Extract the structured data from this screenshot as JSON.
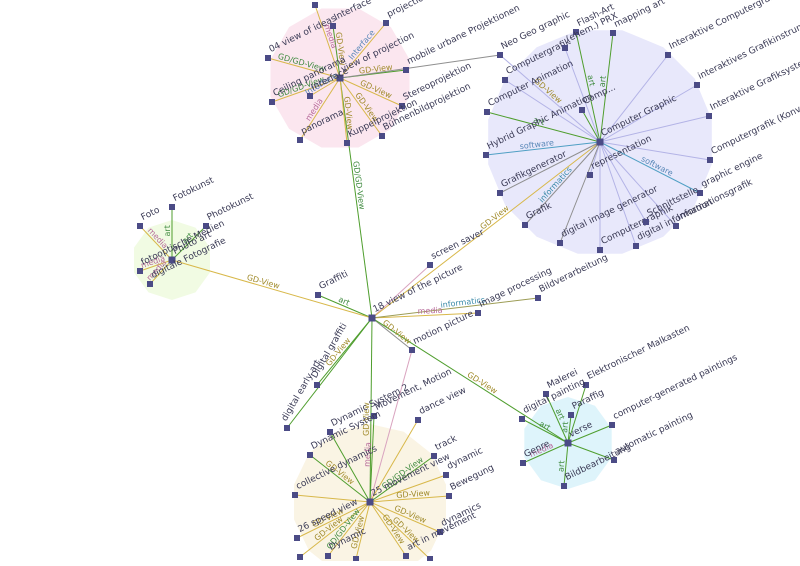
{
  "colors": {
    "edge_green": "#4f9e2e",
    "edge_gold": "#d8b84a",
    "edge_pink": "#d9a3bf",
    "edge_lavender": "#b3b3e6",
    "edge_gray": "#8f8f8f",
    "edge_teal": "#4f9fc4",
    "edge_olive": "#9c9c55",
    "node": "#4b4b86",
    "label": "#3a3a55",
    "edge_label_gold": "#a08a2a",
    "edge_label_green": "#3f8a3f",
    "edge_label_pink": "#b76a9a",
    "edge_label_blue": "#5a88b8",
    "edge_label_teal": "#3a8aa8"
  },
  "clusters": [
    {
      "name": "cluster-projection",
      "fill": "#fbe6ef"
    },
    {
      "name": "cluster-computer-graphic",
      "fill": "#e8e8fb"
    },
    {
      "name": "cluster-photo-art",
      "fill": "#f1fbe3"
    },
    {
      "name": "cluster-painting",
      "fill": "#def4fb"
    },
    {
      "name": "cluster-dynamic-system",
      "fill": "#faf4e4"
    }
  ],
  "nodes": [
    {
      "id": "view-picture",
      "label": "18 view of the picture"
    },
    {
      "id": "screen-saver",
      "label": "screen saver"
    },
    {
      "id": "graffiti",
      "label": "Graffiti"
    },
    {
      "id": "image-processing",
      "label": "Image processing"
    },
    {
      "id": "bildverarbeitung",
      "label": "Bildverarbeitung"
    },
    {
      "id": "motion-picture",
      "label": "motion picture"
    },
    {
      "id": "digital-graffiti",
      "label": "Digital graffiti"
    },
    {
      "id": "digital-art",
      "label": "digital early art"
    },
    {
      "id": "proj-hub",
      "label": "view of projection"
    },
    {
      "id": "overhead",
      "label": "Overhead projection"
    },
    {
      "id": "projection",
      "label": "projection"
    },
    {
      "id": "ideas",
      "label": "04 view of ideas"
    },
    {
      "id": "interface",
      "label": "Interface"
    },
    {
      "id": "ceiling",
      "label": "Ceiling panorama"
    },
    {
      "id": "interface2",
      "label": "Interface"
    },
    {
      "id": "panorama",
      "label": "panorama"
    },
    {
      "id": "mobile-urban",
      "label": "mobile urbane Projektionen"
    },
    {
      "id": "stereo",
      "label": "Stereoprojektion"
    },
    {
      "id": "kuppel",
      "label": "Kuppelprojektion"
    },
    {
      "id": "buehnen",
      "label": "Bühnenbildprojektion"
    },
    {
      "id": "cg-hub",
      "label": "Computer Graphic"
    },
    {
      "id": "neo-geo",
      "label": "Neo Geo graphic"
    },
    {
      "id": "flash-art",
      "label": "Flash-Art"
    },
    {
      "id": "mapping-art",
      "label": "mapping art"
    },
    {
      "id": "computergrafik",
      "label": "Computergrafik"
    },
    {
      "id": "ehem",
      "label": "(ehem.) PRX"
    },
    {
      "id": "interaktive-cg",
      "label": "Interaktive Computergrafik"
    },
    {
      "id": "interaktives-gi",
      "label": "interaktives Grafikinstrument"
    },
    {
      "id": "computer-animation",
      "label": "Computer Animation"
    },
    {
      "id": "comp",
      "label": "Comp..."
    },
    {
      "id": "interaktive-gs",
      "label": "Interaktive Grafiksysteme"
    },
    {
      "id": "hybrid",
      "label": "Hybrid Graphic Animation"
    },
    {
      "id": "konversion",
      "label": "Computergrafik (Konversion)"
    },
    {
      "id": "grafikgenerator",
      "label": "Grafikgenerator"
    },
    {
      "id": "graphic-engine",
      "label": "graphic engine"
    },
    {
      "id": "informationsgrafik",
      "label": "Informationsgrafik"
    },
    {
      "id": "representation",
      "label": "representation"
    },
    {
      "id": "grafik",
      "label": "Grafik"
    },
    {
      "id": "digital-image-gen",
      "label": "digital image generator"
    },
    {
      "id": "computergraphik",
      "label": "Computergraphik"
    },
    {
      "id": "digital-information",
      "label": "digital information"
    },
    {
      "id": "schnittstelle",
      "label": "Schnittstelle"
    },
    {
      "id": "photo-hub",
      "label": "Photo art"
    },
    {
      "id": "foto",
      "label": "Foto"
    },
    {
      "id": "fotokunst",
      "label": "Fotokunst"
    },
    {
      "id": "photokunst",
      "label": "Photokunst"
    },
    {
      "id": "fotooptisch",
      "label": "fotooptische Medien"
    },
    {
      "id": "digitale-fotografie",
      "label": "digitale Fotografie"
    },
    {
      "id": "paint-hub",
      "label": "verse"
    },
    {
      "id": "malerei",
      "label": "Malerei"
    },
    {
      "id": "elektronischer",
      "label": "Elektronischer Malkasten"
    },
    {
      "id": "digital-painting",
      "label": "digital painting"
    },
    {
      "id": "paraffig",
      "label": "Paraffig"
    },
    {
      "id": "computer-generated",
      "label": "computer-generated paintings"
    },
    {
      "id": "genre",
      "label": "Genre"
    },
    {
      "id": "bildbearbeitung",
      "label": "Bildbearbeitung"
    },
    {
      "id": "automatic-painting",
      "label": "automatic painting"
    },
    {
      "id": "dyn-hub",
      "label": "25 movement view"
    },
    {
      "id": "dyn-system2",
      "label": "Dynamic System 2"
    },
    {
      "id": "movement-motion",
      "label": "Movement, Motion"
    },
    {
      "id": "dynamic-system",
      "label": "Dynamic System"
    },
    {
      "id": "dance-view",
      "label": "dance view"
    },
    {
      "id": "collective",
      "label": "collective dynamics"
    },
    {
      "id": "track",
      "label": "track"
    },
    {
      "id": "dynamic",
      "label": "dynamic"
    },
    {
      "id": "bewegung",
      "label": "Bewegung"
    },
    {
      "id": "speed-view",
      "label": "26 speed view"
    },
    {
      "id": "dynamics",
      "label": "dynamics"
    },
    {
      "id": "dynamic2",
      "label": "Dynamic"
    },
    {
      "id": "art-in-movement",
      "label": "art in movement"
    },
    {
      "id": "dyn-b1",
      "label": ""
    },
    {
      "id": "dyn-b2",
      "label": ""
    },
    {
      "id": "dyn-b3",
      "label": ""
    }
  ],
  "edges": [
    {
      "from": "view-picture",
      "to": "proj-hub",
      "label": "GD/GD-View"
    },
    {
      "from": "view-picture",
      "to": "screen-saver",
      "label": ""
    },
    {
      "from": "view-picture",
      "to": "graffiti",
      "label": "art"
    },
    {
      "from": "view-picture",
      "to": "photo-hub",
      "label": "GD-View"
    },
    {
      "from": "view-picture",
      "to": "image-processing",
      "label": "media"
    },
    {
      "from": "view-picture",
      "to": "bildverarbeitung",
      "label": "informatics"
    },
    {
      "from": "view-picture",
      "to": "cg-hub",
      "label": "GD-View"
    },
    {
      "from": "view-picture",
      "to": "motion-picture",
      "label": "GD-View"
    },
    {
      "from": "view-picture",
      "to": "digital-graffiti",
      "label": "GD-View"
    },
    {
      "from": "view-picture",
      "to": "digital-art",
      "label": ""
    },
    {
      "from": "view-picture",
      "to": "paint-hub",
      "label": "GD-View"
    },
    {
      "from": "view-picture",
      "to": "dyn-hub",
      "label": "GD-View"
    },
    {
      "from": "motion-picture",
      "to": "dyn-hub",
      "label": ""
    },
    {
      "from": "proj-hub",
      "to": "overhead",
      "label": "media"
    },
    {
      "from": "proj-hub",
      "to": "projection",
      "label": "Interface"
    },
    {
      "from": "proj-hub",
      "to": "ideas",
      "label": "GD/GD-View"
    },
    {
      "from": "proj-hub",
      "to": "interface",
      "label": "GD-View"
    },
    {
      "from": "proj-hub",
      "to": "ceiling",
      "label": "GD/GD-View"
    },
    {
      "from": "proj-hub",
      "to": "interface2",
      "label": "Interface"
    },
    {
      "from": "proj-hub",
      "to": "panorama",
      "label": "media"
    },
    {
      "from": "proj-hub",
      "to": "mobile-urban",
      "label": "GD-View"
    },
    {
      "from": "proj-hub",
      "to": "stereo",
      "label": "GD-View"
    },
    {
      "from": "proj-hub",
      "to": "kuppel",
      "label": "GD-View"
    },
    {
      "from": "proj-hub",
      "to": "buehnen",
      "label": "GD-View"
    },
    {
      "from": "proj-hub",
      "to": "neo-geo",
      "label": ""
    },
    {
      "from": "cg-hub",
      "to": "neo-geo",
      "label": "GD-View"
    },
    {
      "from": "cg-hub",
      "to": "flash-art",
      "label": "art"
    },
    {
      "from": "cg-hub",
      "to": "mapping-art",
      "label": "art"
    },
    {
      "from": "cg-hub",
      "to": "computergrafik",
      "label": ""
    },
    {
      "from": "cg-hub",
      "to": "ehem",
      "label": ""
    },
    {
      "from": "cg-hub",
      "to": "interaktive-cg",
      "label": ""
    },
    {
      "from": "cg-hub",
      "to": "interaktives-gi",
      "label": ""
    },
    {
      "from": "cg-hub",
      "to": "computer-animation",
      "label": "art"
    },
    {
      "from": "cg-hub",
      "to": "comp",
      "label": ""
    },
    {
      "from": "cg-hub",
      "to": "interaktive-gs",
      "label": ""
    },
    {
      "from": "cg-hub",
      "to": "hybrid",
      "label": "software"
    },
    {
      "from": "cg-hub",
      "to": "konversion",
      "label": ""
    },
    {
      "from": "cg-hub",
      "to": "grafikgenerator",
      "label": ""
    },
    {
      "from": "cg-hub",
      "to": "graphic-engine",
      "label": "software"
    },
    {
      "from": "cg-hub",
      "to": "informationsgrafik",
      "label": ""
    },
    {
      "from": "cg-hub",
      "to": "representation",
      "label": ""
    },
    {
      "from": "cg-hub",
      "to": "grafik",
      "label": "informatics"
    },
    {
      "from": "cg-hub",
      "to": "digital-image-gen",
      "label": ""
    },
    {
      "from": "cg-hub",
      "to": "computergraphik",
      "label": ""
    },
    {
      "from": "cg-hub",
      "to": "digital-information",
      "label": ""
    },
    {
      "from": "cg-hub",
      "to": "schnittstelle",
      "label": ""
    },
    {
      "from": "photo-hub",
      "to": "foto",
      "label": "media"
    },
    {
      "from": "photo-hub",
      "to": "fotokunst",
      "label": "art"
    },
    {
      "from": "photo-hub",
      "to": "photokunst",
      "label": "art"
    },
    {
      "from": "photo-hub",
      "to": "fotooptisch",
      "label": "media"
    },
    {
      "from": "photo-hub",
      "to": "digitale-fotografie",
      "label": "media"
    },
    {
      "from": "paint-hub",
      "to": "malerei",
      "label": "art"
    },
    {
      "from": "paint-hub",
      "to": "elektronischer",
      "label": ""
    },
    {
      "from": "paint-hub",
      "to": "digital-painting",
      "label": "art"
    },
    {
      "from": "paint-hub",
      "to": "paraffig",
      "label": "art"
    },
    {
      "from": "paint-hub",
      "to": "computer-generated",
      "label": ""
    },
    {
      "from": "paint-hub",
      "to": "genre",
      "label": "media"
    },
    {
      "from": "paint-hub",
      "to": "bildbearbeitung",
      "label": "art"
    },
    {
      "from": "paint-hub",
      "to": "automatic-painting",
      "label": ""
    },
    {
      "from": "dyn-hub",
      "to": "dyn-system2",
      "label": ""
    },
    {
      "from": "dyn-hub",
      "to": "movement-motion",
      "label": "media"
    },
    {
      "from": "dyn-hub",
      "to": "dynamic-system",
      "label": "GD-View"
    },
    {
      "from": "dyn-hub",
      "to": "dance-view",
      "label": ""
    },
    {
      "from": "dyn-hub",
      "to": "collective",
      "label": ""
    },
    {
      "from": "dyn-hub",
      "to": "track",
      "label": "GD/GD-View"
    },
    {
      "from": "dyn-hub",
      "to": "dynamic",
      "label": ""
    },
    {
      "from": "dyn-hub",
      "to": "bewegung",
      "label": "GD-View"
    },
    {
      "from": "dyn-hub",
      "to": "speed-view",
      "label": "GD-View"
    },
    {
      "from": "dyn-hub",
      "to": "dynamics",
      "label": "GD-View"
    },
    {
      "from": "dyn-hub",
      "to": "dynamic2",
      "label": "GD/GD-View"
    },
    {
      "from": "dyn-hub",
      "to": "art-in-movement",
      "label": "GD-View"
    },
    {
      "from": "dyn-hub",
      "to": "dyn-b1",
      "label": "GD-View"
    },
    {
      "from": "dyn-hub",
      "to": "dyn-b2",
      "label": "GD-View"
    },
    {
      "from": "dyn-hub",
      "to": "dyn-b3",
      "label": "GD-View"
    }
  ]
}
